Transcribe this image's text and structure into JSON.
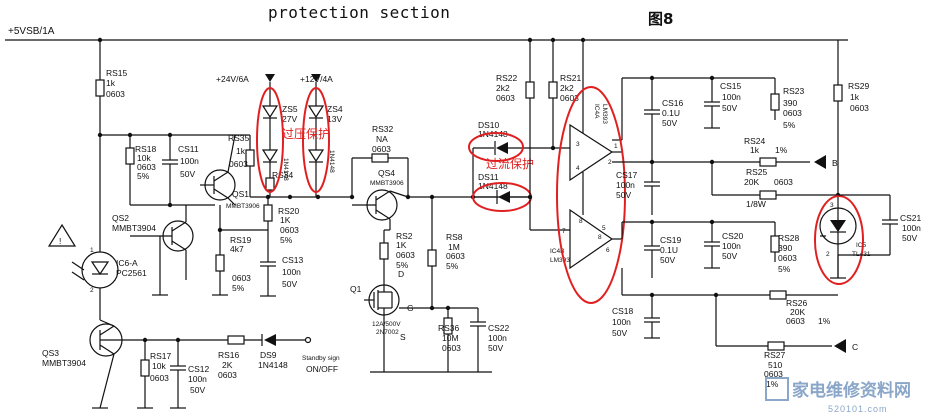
{
  "header": {
    "title": "protection    section",
    "figure": "图8",
    "rail": "+5VSB/1A",
    "rail24": "+24V/6A",
    "rail12": "+12V/4A"
  },
  "annotations": {
    "overvoltage": "过压保护",
    "overcurrent": "过流保护"
  },
  "components": {
    "rs15": {
      "ref": "RS15",
      "val": "1k",
      "pkg": "0603"
    },
    "rs18": {
      "ref": "RS18",
      "val": "10k",
      "pkg": "0603",
      "tol": "5%"
    },
    "cs11": {
      "ref": "CS11",
      "val": "100n",
      "volt": "50V"
    },
    "rs35": {
      "ref": "RS35",
      "val": "1k",
      "pkg": "0603"
    },
    "qs1": {
      "ref": "QS1",
      "part": "MMBT3906"
    },
    "qs2": {
      "ref": "QS2",
      "part": "MMBT3904"
    },
    "ic6": {
      "ref": "IC6-A",
      "part": "PC2561"
    },
    "qs3": {
      "ref": "QS3",
      "part": "MMBT3904"
    },
    "rs20": {
      "ref": "RS20",
      "val": "1K",
      "pkg": "0603",
      "tol": "5%"
    },
    "rs19": {
      "ref": "RS19",
      "val": "4k7",
      "pkg": "0603",
      "tol": "5%"
    },
    "cs13": {
      "ref": "CS13",
      "val": "100n",
      "volt": "50V"
    },
    "zs5": {
      "ref": "ZS5",
      "val": "27V"
    },
    "zs4": {
      "ref": "ZS4",
      "val": "13V"
    },
    "ds4": {
      "ref": "DS4",
      "part": "1N4148"
    },
    "ds5": {
      "ref": "DS5",
      "part": "1N4148"
    },
    "rs34": {
      "ref": "RS34",
      "val": "1k"
    },
    "rs32": {
      "ref": "RS32",
      "val": "NA",
      "pkg": "0603"
    },
    "qs4": {
      "ref": "QS4",
      "part": "MMBT3906"
    },
    "rs2": {
      "ref": "RS2",
      "val": "1K",
      "pkg": "0603",
      "tol": "5%"
    },
    "rs8": {
      "ref": "RS8",
      "val": "1M",
      "pkg": "0603",
      "tol": "5%"
    },
    "q1": {
      "ref": "Q1",
      "spec": "12A/500V",
      "part": "2N7002"
    },
    "rs36": {
      "ref": "RS36",
      "val": "10M",
      "pkg": "0603"
    },
    "cs22": {
      "ref": "CS22",
      "val": "100n",
      "volt": "50V"
    },
    "rs22": {
      "ref": "RS22",
      "val": "2k2",
      "pkg": "0603"
    },
    "rs21": {
      "ref": "RS21",
      "val": "2k2",
      "pkg": "0603"
    },
    "ds10": {
      "ref": "DS10",
      "part": "1N4148"
    },
    "ds11": {
      "ref": "DS11",
      "part": "1N4148"
    },
    "ic4a": {
      "ref": "IC4A",
      "part": "LM393"
    },
    "ic4b": {
      "ref": "IC4B",
      "part": "LM393"
    },
    "cs16": {
      "ref": "CS16",
      "val": "0.1U",
      "volt": "50V"
    },
    "cs15": {
      "ref": "CS15",
      "val": "100n",
      "volt": "50V"
    },
    "rs23": {
      "ref": "RS23",
      "val": "390",
      "pkg": "0603",
      "tol": "5%"
    },
    "rs24": {
      "ref": "RS24",
      "val": "1k",
      "tol": "1%"
    },
    "cs17": {
      "ref": "CS17",
      "val": "100n",
      "volt": "50V"
    },
    "rs25": {
      "ref": "RS25",
      "val": "20K",
      "pkg": "0603",
      "pwr": "1/8W"
    },
    "cs19": {
      "ref": "CS19",
      "val": "0.1U",
      "volt": "50V"
    },
    "cs20": {
      "ref": "CS20",
      "val": "100n",
      "volt": "50V"
    },
    "rs28": {
      "ref": "RS28",
      "val": "390",
      "pkg": "0603",
      "tol": "5%"
    },
    "cs18": {
      "ref": "CS18",
      "val": "100n",
      "volt": "50V"
    },
    "rs26": {
      "ref": "RS26",
      "val": "20K",
      "pkg": "0603",
      "tol": "1%"
    },
    "rs27": {
      "ref": "RS27",
      "val": "510",
      "pkg": "0603",
      "tol": "1%"
    },
    "rs29": {
      "ref": "RS29",
      "val": "1k",
      "pkg": "0603"
    },
    "ic5": {
      "ref": "IC5",
      "part": "TL431"
    },
    "cs21": {
      "ref": "CS21",
      "val": "100n",
      "volt": "50V"
    },
    "rs17": {
      "ref": "RS17",
      "val": "10k",
      "pkg": "0603"
    },
    "cs12": {
      "ref": "CS12",
      "val": "100n",
      "volt": "50V"
    },
    "rs16": {
      "ref": "RS16",
      "val": "2K",
      "pkg": "0603"
    },
    "ds9": {
      "ref": "DS9",
      "part": "1N4148"
    }
  },
  "pins": {
    "ic6_1": "1",
    "ic6_2": "2",
    "ic4_1": "1",
    "ic4_2": "2",
    "ic4_3": "3",
    "ic4_4": "4",
    "ic4_5": "5",
    "ic4_6": "6",
    "ic4_7": "7",
    "ic4_8": "8",
    "ic5_1": "1",
    "ic5_2": "2",
    "ic5_3": "3",
    "q1_d": "D",
    "q1_g": "G",
    "q1_s": "S",
    "net_b": "B",
    "net_c": "C"
  },
  "standby": {
    "line1": "Standby sign",
    "line2": "ON/OFF"
  },
  "warning_icon": "warning-triangle-icon",
  "watermark": {
    "cn": "家电维修资料网",
    "url": "520101.com"
  },
  "colors": {
    "ink": "#111111",
    "highlight": "#e02020",
    "watermark": "#8aa6c8"
  }
}
